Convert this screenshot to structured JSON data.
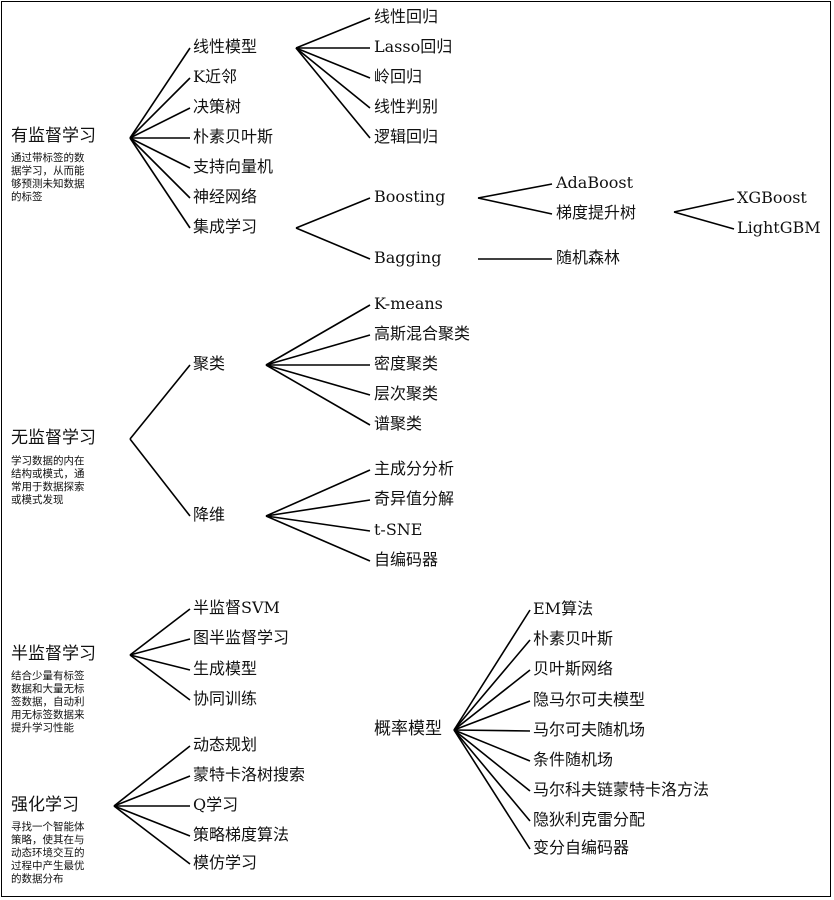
{
  "categories": {
    "supervised": {
      "title": "有监督学习",
      "desc": "通过带标签的数\n据学习，从而能\n够预测未知数据\n的标签"
    },
    "unsupervised": {
      "title": "无监督学习",
      "desc": "学习数据的内在\n结构或模式，通\n常用于数据探索\n或模式发现"
    },
    "semi": {
      "title": "半监督学习",
      "desc": "结合少量有标签\n数据和大量无标\n签数据，自动利\n用无标签数据来\n提升学习性能"
    },
    "rl": {
      "title": "强化学习",
      "desc": "寻找一个智能体\n策略，使其在与\n动态环境交互的\n过程中产生最优\n的数据分布"
    }
  },
  "supervised": {
    "items": [
      "线性模型",
      "K近邻",
      "决策树",
      "朴素贝叶斯",
      "支持向量机",
      "神经网络",
      "集成学习"
    ],
    "linear": [
      "线性回归",
      "Lasso回归",
      "岭回归",
      "线性判别",
      "逻辑回归"
    ],
    "ensemble": [
      "Boosting",
      "Bagging"
    ],
    "boosting": [
      "AdaBoost",
      "梯度提升树"
    ],
    "gbdt": [
      "XGBoost",
      "LightGBM"
    ],
    "bagging": [
      "随机森林"
    ]
  },
  "unsupervised": {
    "items": [
      "聚类",
      "降维"
    ],
    "clustering": [
      "K-means",
      "高斯混合聚类",
      "密度聚类",
      "层次聚类",
      "谱聚类"
    ],
    "reduction": [
      "主成分分析",
      "奇异值分解",
      "t-SNE",
      "自编码器"
    ]
  },
  "semi": {
    "items": [
      "半监督SVM",
      "图半监督学习",
      "生成模型",
      "协同训练"
    ]
  },
  "rl": {
    "items": [
      "动态规划",
      "蒙特卡洛树搜索",
      "Q学习",
      "策略梯度算法",
      "模仿学习"
    ]
  },
  "prob": {
    "title": "概率模型",
    "items": [
      "EM算法",
      "朴素贝叶斯",
      "贝叶斯网络",
      "隐马尔可夫模型",
      "马尔可夫随机场",
      "条件随机场",
      "马尔科夫链蒙特卡洛方法",
      "隐狄利克雷分配",
      "变分自编码器"
    ]
  }
}
